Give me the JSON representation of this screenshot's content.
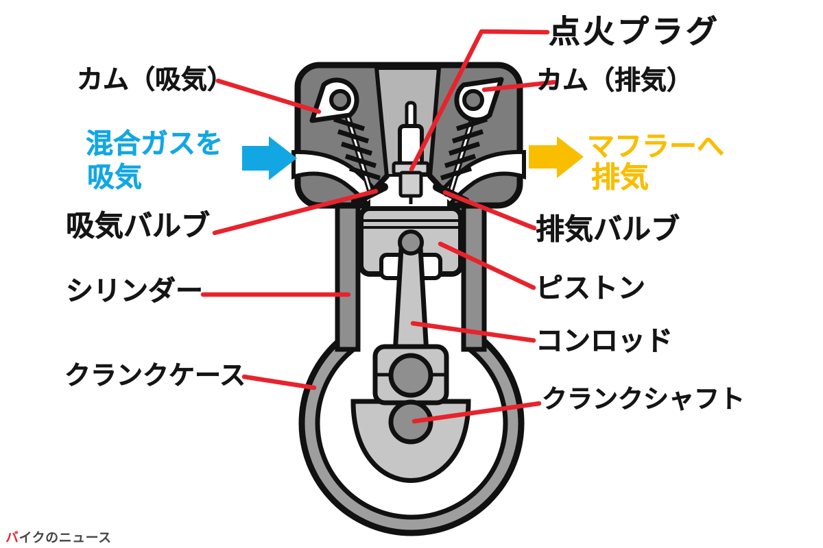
{
  "colors": {
    "red": "#E8232C",
    "blue": "#12A7E3",
    "yellow": "#F9BE00",
    "outline_black": "#111111",
    "head_gray": "#7D7D7D",
    "light_gray": "#C6C6C6"
  },
  "labels": {
    "spark_plug": "点火プラグ",
    "cam_intake": "カム（吸気）",
    "cam_exhaust": "カム（排気）",
    "intake_flow_line1": "混合ガスを",
    "intake_flow_line2": "吸気",
    "exhaust_flow_line1": "マフラーへ",
    "exhaust_flow_line2": "排気",
    "intake_valve": "吸気バルブ",
    "exhaust_valve": "排気バルブ",
    "cylinder": "シリンダー",
    "piston": "ピストン",
    "connecting_rod": "コンロッド",
    "crankcase": "クランクケース",
    "crankshaft": "クランクシャフト"
  },
  "icons": {
    "intake_arrow": "right-arrow",
    "exhaust_arrow": "right-arrow"
  },
  "watermark": {
    "text": "バイクのニュース"
  }
}
